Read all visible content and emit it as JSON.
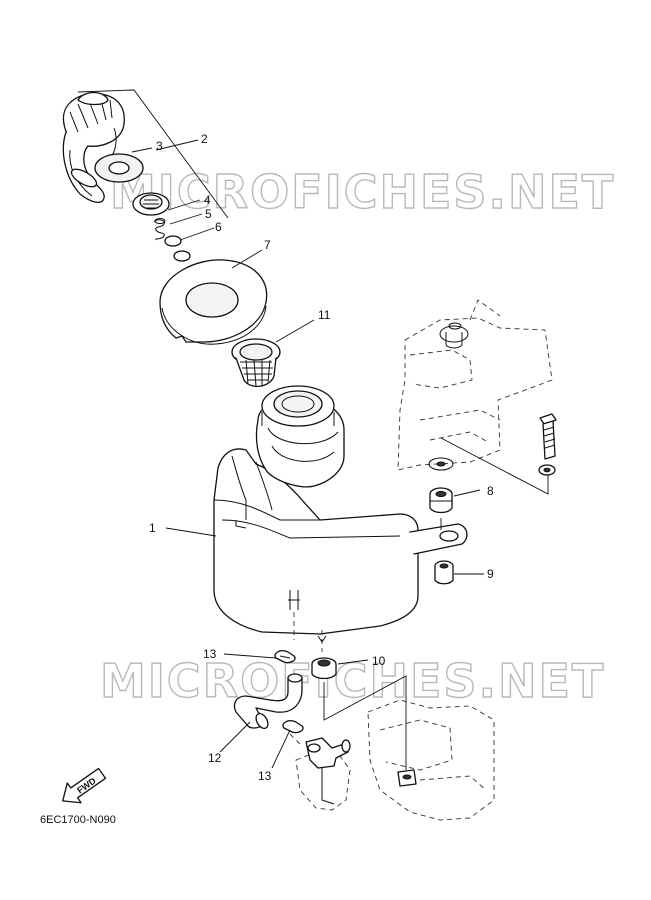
{
  "watermark": {
    "text": "MICROFICHES.NET"
  },
  "callouts": {
    "c1": "1",
    "c2": "2",
    "c3": "3",
    "c4": "4",
    "c5": "5",
    "c6": "6",
    "c7": "7",
    "c8": "8",
    "c9": "9",
    "c10": "10",
    "c11": "11",
    "c12": "12",
    "c13a": "13",
    "c13b": "13"
  },
  "fwd_label": "FWD",
  "diagram_code": "6EC1700-N090"
}
